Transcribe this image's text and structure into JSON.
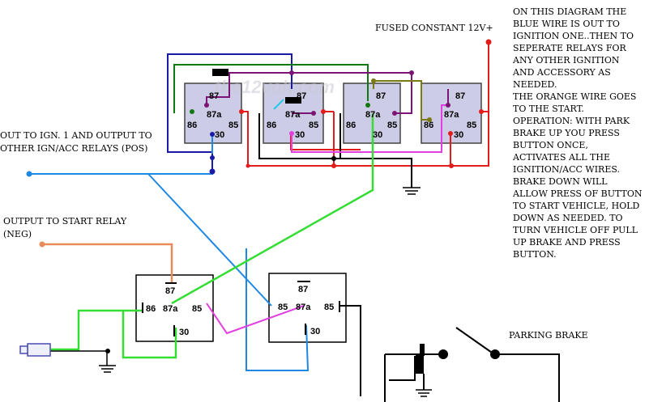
{
  "labels": {
    "fused_constant": "FUSED CONSTANT 12V+",
    "out_ign_line1": "OUT TO IGN. 1 AND OUTPUT TO",
    "out_ign_line2": "OTHER IGN/ACC RELAYS (POS)",
    "start_relay_line1": "OUTPUT TO START RELAY",
    "start_relay_line2": "(NEG)",
    "parking_brake": "PARKING BRAKE"
  },
  "notes": [
    "ON THIS DIAGRAM THE",
    "BLUE WIRE IS OUT TO",
    "IGNITION ONE..THEN TO",
    "SEPERATE RELAYS FOR",
    "ANY OTHER IGNITION",
    "AND ACCESSORY AS",
    "NEEDED.",
    "THE ORANGE WIRE GOES",
    "TO THE START.",
    "OPERATION: WITH PARK",
    "BRAKE UP YOU PRESS",
    "BUTTON ONCE,",
    "ACTIVATES ALL THE",
    "IGNITION/ACC WIRES.",
    "BRAKE DOWN WILL",
    "ALLOW PRESS OF BUTTON",
    "TO START VEHICLE, HOLD",
    "DOWN AS NEEDED. TO",
    "TURN VEHICLE OFF PULL",
    "UP BRAKE AND PRESS",
    "BUTTON."
  ],
  "pins": {
    "p87": "87",
    "p87a": "87a",
    "p86": "86",
    "p85": "85",
    "p30": "30"
  },
  "colors": {
    "blue": "#1e88e5",
    "navy": "#1a1aa8",
    "green": "#33dd33",
    "dark_green": "#117711",
    "red": "#e21b1b",
    "purple": "#7b1474",
    "magenta": "#e23ee2",
    "orange": "#e88a5a",
    "olive": "#7a7a10",
    "relay_fill": "#cccce6"
  }
}
